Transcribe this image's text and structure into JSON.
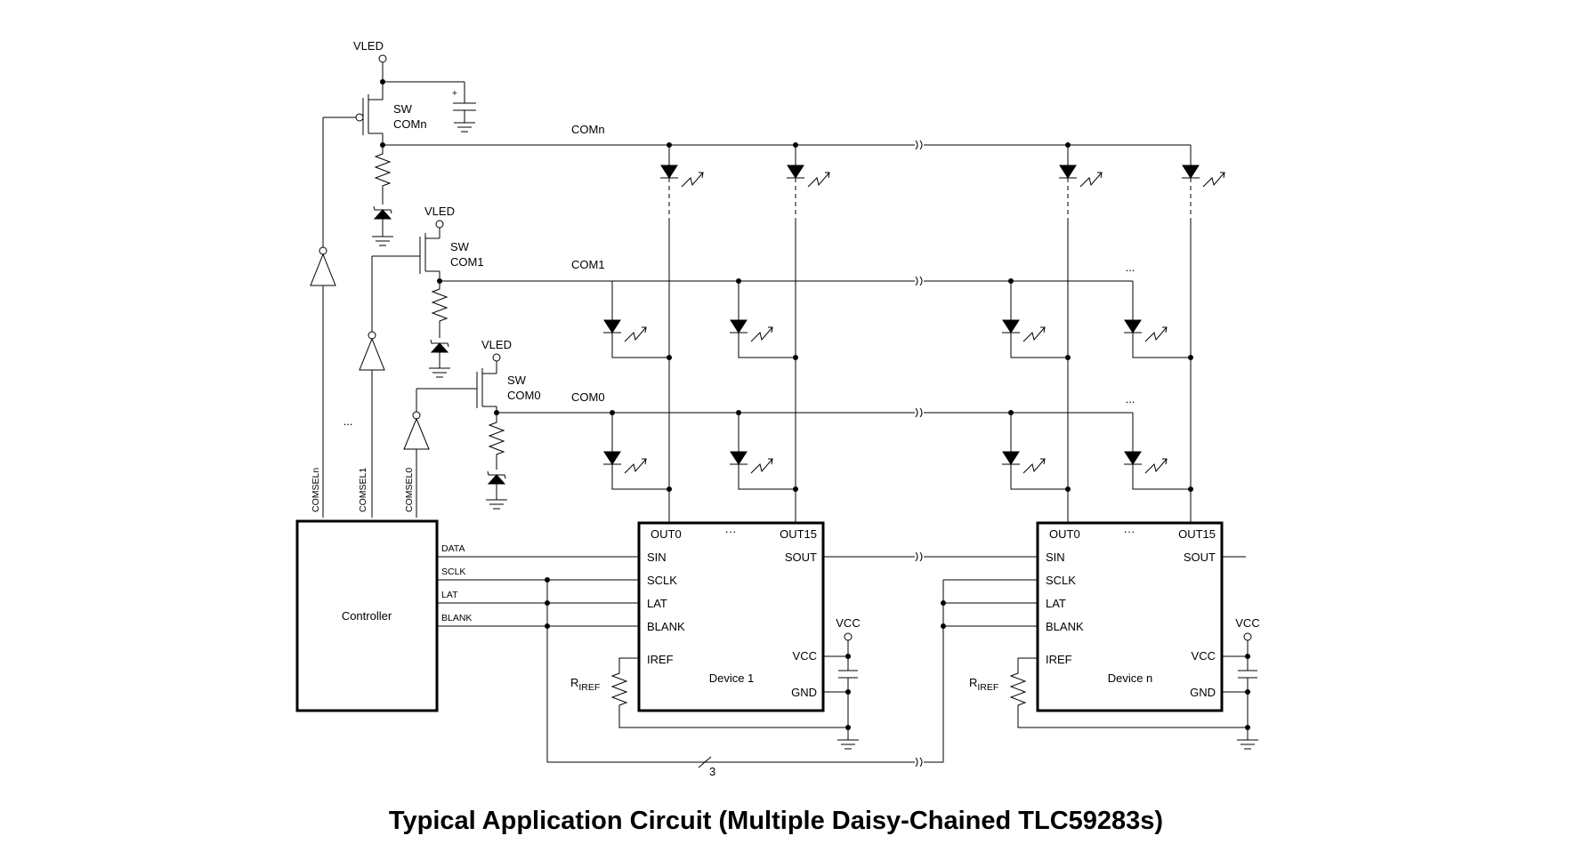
{
  "title": "Typical Application Circuit (Multiple Daisy-Chained TLC59283s)",
  "labels": {
    "vled": "VLED",
    "sw": "SW",
    "com_n": "COMn",
    "com_1": "COM1",
    "com_0": "COM0",
    "comsel_n": "COMSELn",
    "comsel_1": "COMSEL1",
    "comsel_0": "COMSEL0",
    "ellipsis": "...",
    "controller": "Controller",
    "data": "DATA",
    "sclk": "SCLK",
    "lat": "LAT",
    "blank": "BLANK",
    "bus_count": "3",
    "vcc": "VCC",
    "plus": "+",
    "riref_main": "R",
    "riref_sub": "IREF"
  },
  "devices": [
    {
      "out0": "OUT0",
      "dots": "···",
      "out15": "OUT15",
      "sin": "SIN",
      "sout": "SOUT",
      "sclk": "SCLK",
      "lat": "LAT",
      "blank": "BLANK",
      "iref": "IREF",
      "vcc": "VCC",
      "gnd": "GND",
      "name": "Device 1"
    },
    {
      "out0": "OUT0",
      "dots": "···",
      "out15": "OUT15",
      "sin": "SIN",
      "sout": "SOUT",
      "sclk": "SCLK",
      "lat": "LAT",
      "blank": "BLANK",
      "iref": "IREF",
      "vcc": "VCC",
      "gnd": "GND",
      "name": "Device n"
    }
  ]
}
